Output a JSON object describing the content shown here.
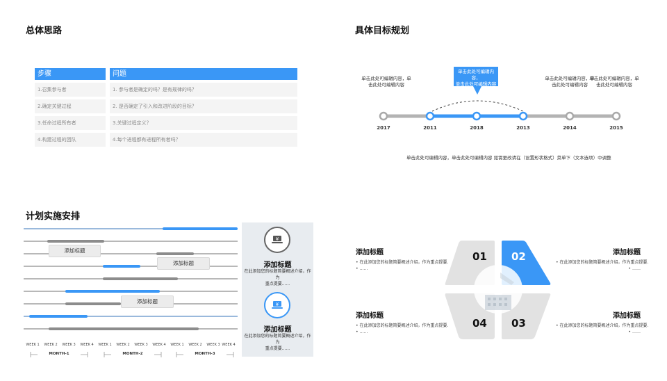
{
  "sections": {
    "overall": "总体思路",
    "goals": "具体目标规划",
    "plan": "计划实施安排"
  },
  "table": {
    "headers": [
      "步骤",
      "问题"
    ],
    "rows": [
      [
        "1.召集参与者",
        "1. 参与者是确定的吗？是有规律的吗？"
      ],
      [
        "2.确定关键过程",
        "2. 是否确定了引入和改进阶段的目标？"
      ],
      [
        "3.任命过程所有者",
        "3.关键过程定义？"
      ],
      [
        "4.构建过程的团队",
        "4.每个进程都有进程所有者吗？"
      ]
    ]
  },
  "timeline": {
    "years": [
      "2017",
      "2011",
      "2018",
      "2013",
      "2014",
      "2015"
    ],
    "notes": [
      {
        "line1": "单击此处可编辑内容，单",
        "line2": "击此处可编辑内容"
      },
      {
        "line1": "单击此处可编辑内容，单",
        "line2": "击此处可编辑内容"
      },
      {
        "line1": "单击此处可编辑内容，单",
        "line2": "击此处可编辑内容"
      }
    ],
    "callout": {
      "line1": "单击此处可编辑内容，",
      "line2": "单击此处可编辑内容"
    },
    "footer": "单击此处可编辑内容，单击此处可编辑内容 如需更改请在（设置形状格式）菜单下（文本选项）中调整",
    "colors": {
      "accent": "#3a97f6",
      "track": "#b3b3b3"
    }
  },
  "gantt": {
    "labels": [
      "添加标题",
      "添加标题",
      "添加标题"
    ],
    "weeks": [
      "WEEK 1",
      "WEEK 2",
      "WEEK 3",
      "WEEK 4",
      "WEEK 1",
      "WEEK 2",
      "WEEK 3",
      "WEEK 4",
      "WEEK 1",
      "WEEK 2",
      "WEEK 3",
      "WEEK 4"
    ],
    "months": [
      "MONTH-1",
      "MONTH-2",
      "MONTH-3"
    ],
    "colors": {
      "blue": "#3a97f6",
      "gray": "#8c8c8c",
      "line_blue": "#9ab9dc",
      "line_gray": "#b8b8b8"
    }
  },
  "side_cards": [
    {
      "title": "添加标题",
      "line1": "在此添加您的标题简要概述介绍，作为",
      "line2": "重点提要......",
      "icon": "yen-laptop-icon"
    },
    {
      "title": "添加标题",
      "line1": "在此添加您的标题简要概述介绍，作为",
      "line2": "重点提要......",
      "icon": "yen-laptop-icon"
    }
  ],
  "quad": {
    "numbers": [
      "01",
      "02",
      "04",
      "03"
    ],
    "blocks": [
      {
        "title": "添加标题",
        "b1": "在此添加您的标题简要概述介绍，作为重点提要.",
        "b2": "……"
      },
      {
        "title": "添加标题",
        "b1": "在此添加您的标题简要概述介绍，作为重点提要.",
        "b2": "……"
      },
      {
        "title": "添加标题",
        "b1": "在此添加您的标题简要概述介绍，作为重点提要.",
        "b2": "……"
      },
      {
        "title": "添加标题",
        "b1": "在此添加您的标题简要概述介绍，作为重点提要.",
        "b2": "……"
      }
    ],
    "colors": {
      "blue": "#3a97f6",
      "gray": "#e2e2e2"
    }
  }
}
